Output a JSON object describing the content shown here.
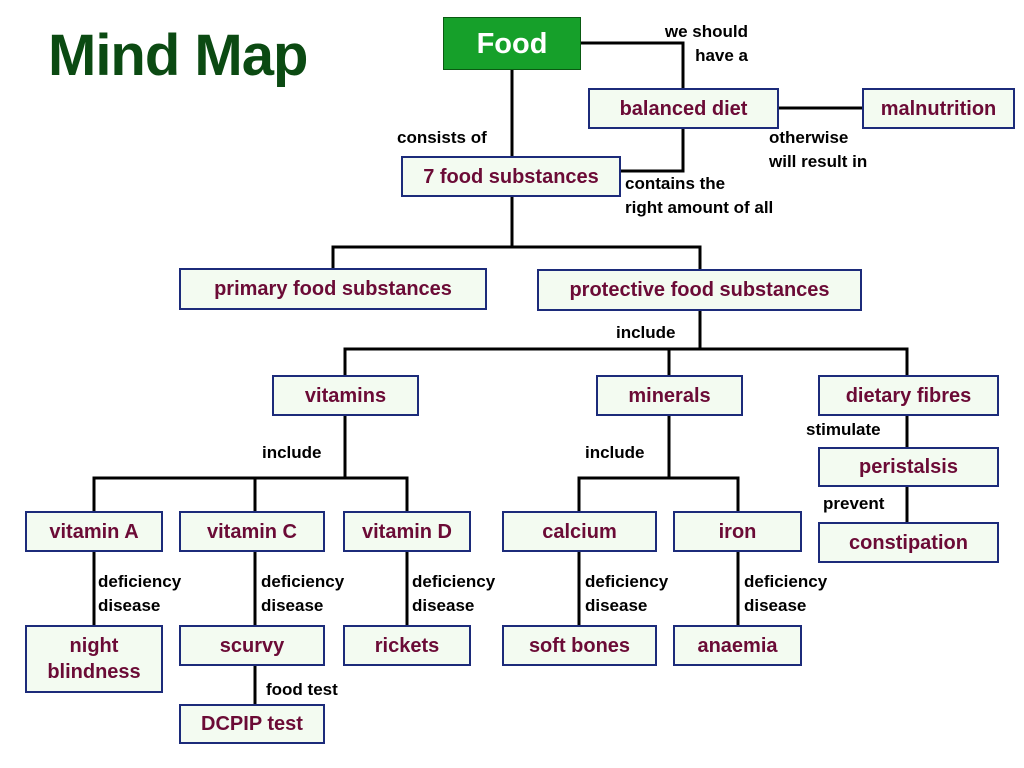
{
  "title": "Mind Map",
  "nodes": {
    "food": "Food",
    "balanced_diet": "balanced diet",
    "malnutrition": "malnutrition",
    "seven_food_substances": "7 food substances",
    "primary": "primary food substances",
    "protective": "protective food substances",
    "vitamins": "vitamins",
    "minerals": "minerals",
    "dietary_fibres": "dietary fibres",
    "peristalsis": "peristalsis",
    "constipation": "constipation",
    "vitamin_a": "vitamin A",
    "vitamin_c": "vitamin C",
    "vitamin_d": "vitamin D",
    "calcium": "calcium",
    "iron": "iron",
    "night_blindness": "night\nblindness",
    "scurvy": "scurvy",
    "rickets": "rickets",
    "soft_bones": "soft bones",
    "anaemia": "anaemia",
    "dcpip_test": "DCPIP test"
  },
  "labels": {
    "we_should_have_a": "we should\nhave a",
    "consists_of": "consists of",
    "otherwise_will_result_in": "otherwise\nwill result in",
    "contains_the_right_amount": "contains the\nright amount of all",
    "include_protective": "include",
    "include_vitamins": "include",
    "include_minerals": "include",
    "stimulate": "stimulate",
    "prevent": "prevent",
    "deficiency_vit_a": "deficiency\ndisease",
    "deficiency_vit_c": "deficiency\ndisease",
    "deficiency_vit_d": "deficiency\ndisease",
    "deficiency_calcium": "deficiency\ndisease",
    "deficiency_iron": "deficiency\ndisease",
    "food_test": "food test"
  },
  "colors": {
    "title": "#0b4a12",
    "node_text": "#6b0b36",
    "node_border": "#1c2b7a",
    "node_fill": "#f3fbf1",
    "food_fill": "#16a02a",
    "connector": "#000000"
  }
}
